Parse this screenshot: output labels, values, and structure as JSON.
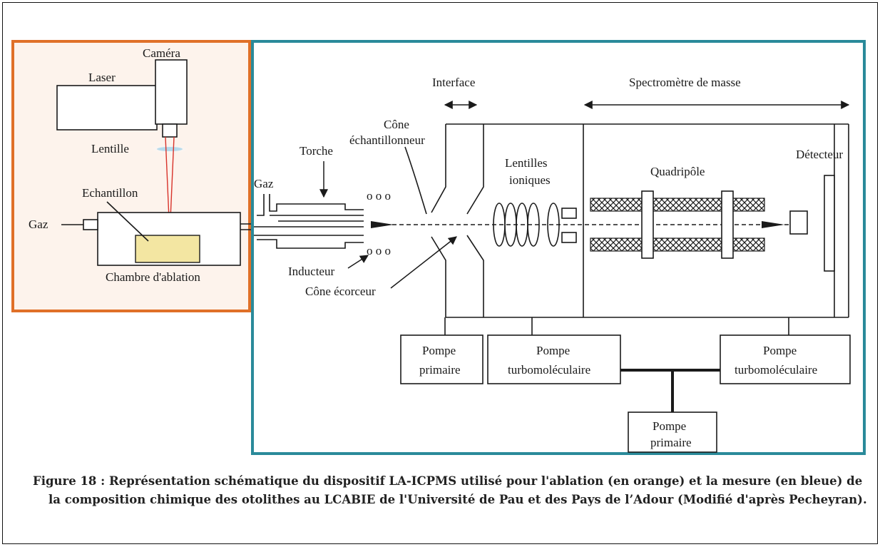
{
  "colors": {
    "ablation_border": "#e07028",
    "ablation_fill": "#fdf3ec",
    "measure_border": "#2a8a9a",
    "sample_fill": "#f3e6a2",
    "laser_beam": "#d8322a",
    "lens_glow": "#a8d4ea"
  },
  "ablation": {
    "camera": "Caméra",
    "laser": "Laser",
    "lens": "Lentille",
    "sample": "Echantillon",
    "gas": "Gaz",
    "chamber": "Chambre d'ablation"
  },
  "measure": {
    "interface": "Interface",
    "mass_spectrometer": "Spectromètre de masse",
    "sampler_cone_1": "Cône",
    "sampler_cone_2": "échantillonneur",
    "torch": "Torche",
    "gas": "Gaz",
    "ion_lenses_1": "Lentilles",
    "ion_lenses_2": "ioniques",
    "quadrupole": "Quadripôle",
    "detector": "Détecteur",
    "inductor": "Inducteur",
    "skimmer_cone": "Cône écorceur",
    "coil_symbol": "o o o",
    "pump_primary_1a": "Pompe",
    "pump_primary_1b": "primaire",
    "pump_turbo_1a": "Pompe",
    "pump_turbo_1b": "turbomoléculaire",
    "pump_turbo_2a": "Pompe",
    "pump_turbo_2b": "turbomoléculaire",
    "pump_primary_2a": "Pompe",
    "pump_primary_2b": "primaire"
  },
  "caption": {
    "line1": "Figure 18 : Représentation schématique du dispositif LA-ICPMS utilisé pour l'ablation (en orange) et la mesure (en bleue) de la composition chimique des otolithes au LCABIE de l'Université de Pau et des Pays de l’Adour (Modifié d'après Pecheyran)."
  }
}
